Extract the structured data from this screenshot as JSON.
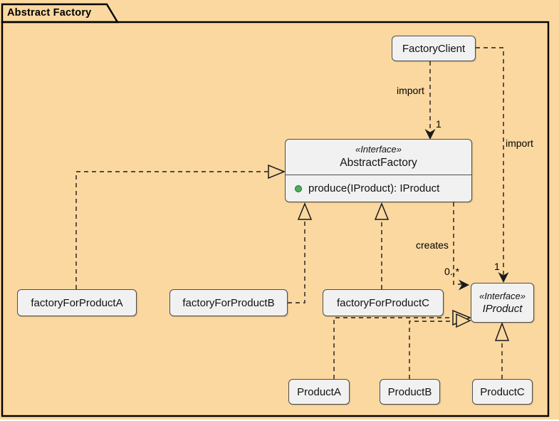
{
  "frame": {
    "title": "Abstract Factory",
    "kind": "uml-class-diagram"
  },
  "colors": {
    "background": "#FBD8A0",
    "node_fill": "#F1F1F1",
    "node_border": "#4D4D4D",
    "frame_line": "#000000",
    "edge_line": "#1A1A1A",
    "method_bullet_fill": "#4EAD5B",
    "method_bullet_border": "#1E7032"
  },
  "icons": {
    "method_visibility": "public-method-icon"
  },
  "nodes": {
    "factory_client": {
      "label": "FactoryClient"
    },
    "abstract_factory": {
      "stereotype": "«Interface»",
      "label": "AbstractFactory",
      "method": "produce(IProduct): IProduct"
    },
    "factory_for_product_a": {
      "label": "factoryForProductA"
    },
    "factory_for_product_b": {
      "label": "factoryForProductB"
    },
    "factory_for_product_c": {
      "label": "factoryForProductC"
    },
    "iproduct": {
      "stereotype": "«Interface»",
      "label": "IProduct"
    },
    "product_a": {
      "label": "ProductA"
    },
    "product_b": {
      "label": "ProductB"
    },
    "product_c": {
      "label": "ProductC"
    }
  },
  "edge_labels": {
    "import_client_to_factory": "import",
    "import_client_to_product": "import",
    "creates": "creates",
    "multiplicity_one_factory": "1",
    "multiplicity_one_product": "1",
    "multiplicity_many": "0..*"
  }
}
